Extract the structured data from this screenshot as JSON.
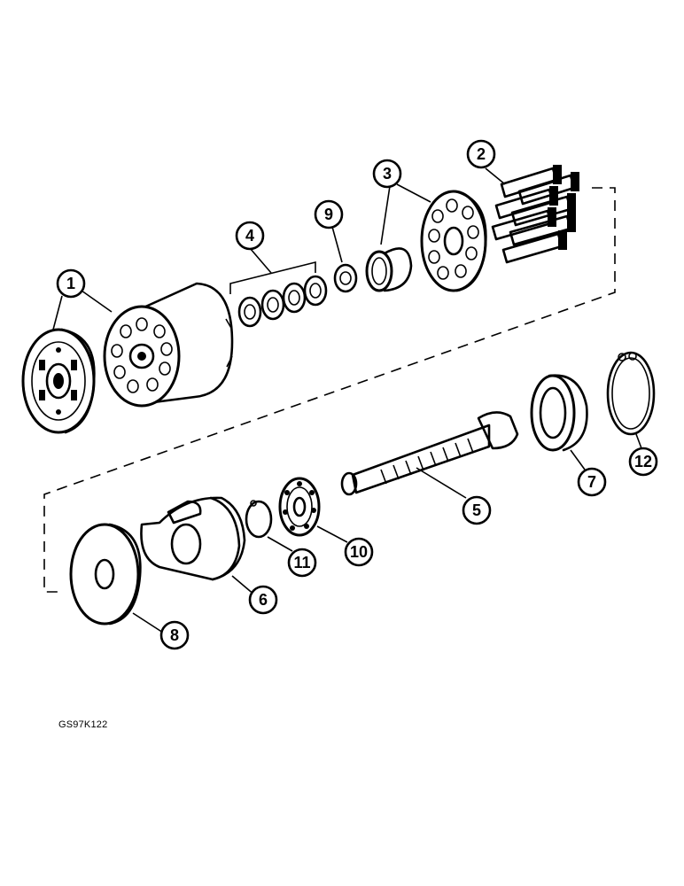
{
  "diagram": {
    "drawing_code": "GS97K122",
    "callouts": [
      "1",
      "2",
      "3",
      "4",
      "5",
      "6",
      "7",
      "8",
      "9",
      "10",
      "11",
      "12"
    ],
    "colors": {
      "ink": "#000000",
      "paper": "#ffffff"
    }
  }
}
